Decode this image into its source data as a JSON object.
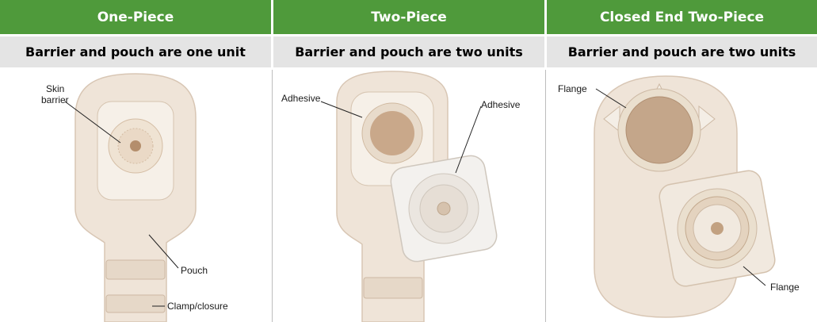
{
  "columns": [
    {
      "header": "One-Piece",
      "subheader": "Barrier and pouch are one unit",
      "labels": {
        "skin_barrier_1": "Skin",
        "skin_barrier_2": "barrier",
        "pouch": "Pouch",
        "clamp": "Clamp/closure"
      }
    },
    {
      "header": "Two-Piece",
      "subheader": "Barrier and pouch are two units",
      "labels": {
        "adhesive_left": "Adhesive",
        "adhesive_right": "Adhesive"
      }
    },
    {
      "header": "Closed End Two-Piece",
      "subheader": "Barrier and pouch are two units",
      "labels": {
        "flange_top": "Flange",
        "flange_bottom": "Flange"
      }
    }
  ],
  "colors": {
    "header_green": "#4f9a3b",
    "subheader_gray": "#e4e4e4",
    "pouch": "#efe4d8",
    "barrier": "#c9a88a"
  }
}
